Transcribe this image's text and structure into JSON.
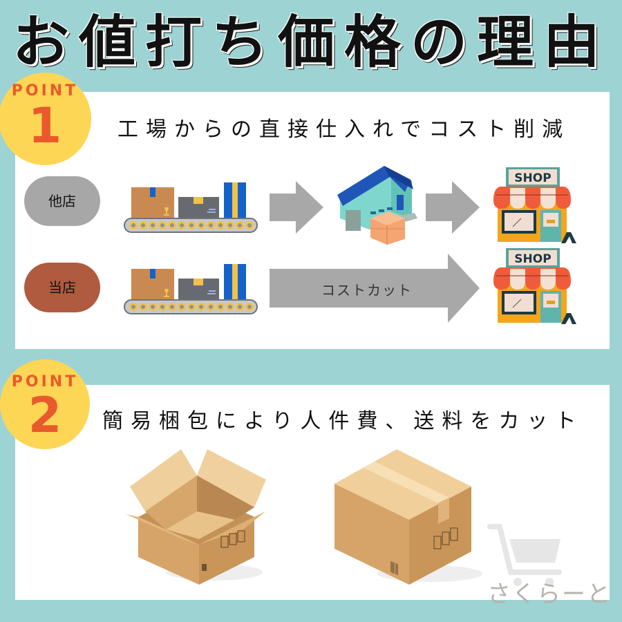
{
  "title": "お値打ち価格の理由",
  "colors": {
    "background": "#9dd3d3",
    "panel": "#ffffff",
    "badge": "#fdd655",
    "badge_text": "#e85a2c",
    "pill_other": "#a7a7a7",
    "pill_ours": "#b05a3f",
    "arrow": "#a8a8a8"
  },
  "points": [
    {
      "badge_label": "POINT",
      "badge_number": "1",
      "heading": "工場からの直接仕入れでコスト削減",
      "rows": [
        {
          "label": "他店",
          "flow": [
            "conveyor-icon",
            "arrow-icon",
            "warehouse-icon",
            "arrow-icon",
            "shop-icon"
          ]
        },
        {
          "label": "当店",
          "flow": [
            "conveyor-icon",
            "long-arrow-icon",
            "shop-icon"
          ],
          "arrow_label": "コストカット"
        }
      ],
      "shop_sign": "SHOP"
    },
    {
      "badge_label": "POINT",
      "badge_number": "2",
      "heading": "簡易梱包により人件費、送料をカット",
      "illustrations": [
        "open-box-icon",
        "closed-box-icon"
      ]
    }
  ],
  "watermark": {
    "icon": "shopping-cart-icon",
    "text": "さくらーと"
  }
}
